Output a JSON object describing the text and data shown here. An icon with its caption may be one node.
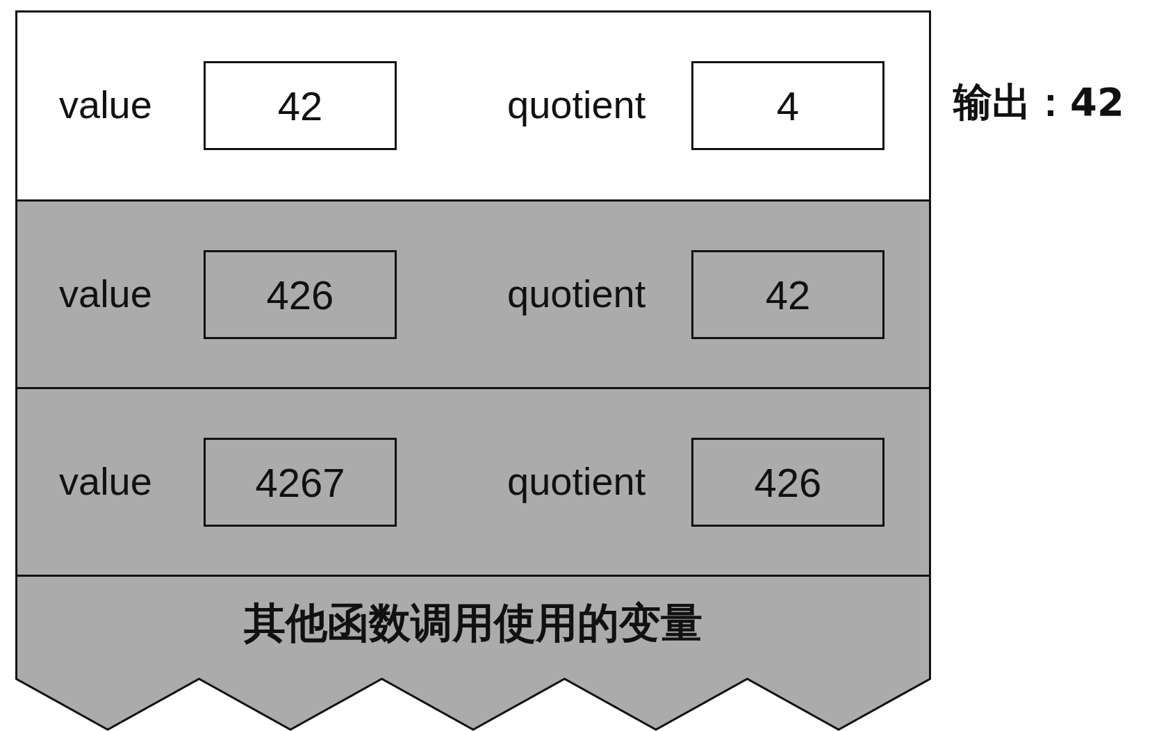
{
  "diagram": {
    "nodes": [
      {
        "text": [
          "value",
          "quotient"
        ]
      },
      {
        "text": [
          "42"
        ],
        "in": 0
      },
      {
        "text": [
          "4"
        ],
        "in": 0
      },
      {
        "text": [
          "value",
          "quotient"
        ]
      },
      {
        "text": [
          "426"
        ],
        "in": 3
      },
      {
        "text": [
          "42"
        ],
        "in": 3
      },
      {
        "text": [
          "value",
          "quotient"
        ]
      },
      {
        "text": [
          "4267"
        ],
        "in": 6
      },
      {
        "text": [
          "426"
        ],
        "in": 6
      },
      {
        "text": [
          "其他函数调用使用的变量"
        ]
      }
    ],
    "labels": [
      "输出：42"
    ]
  }
}
